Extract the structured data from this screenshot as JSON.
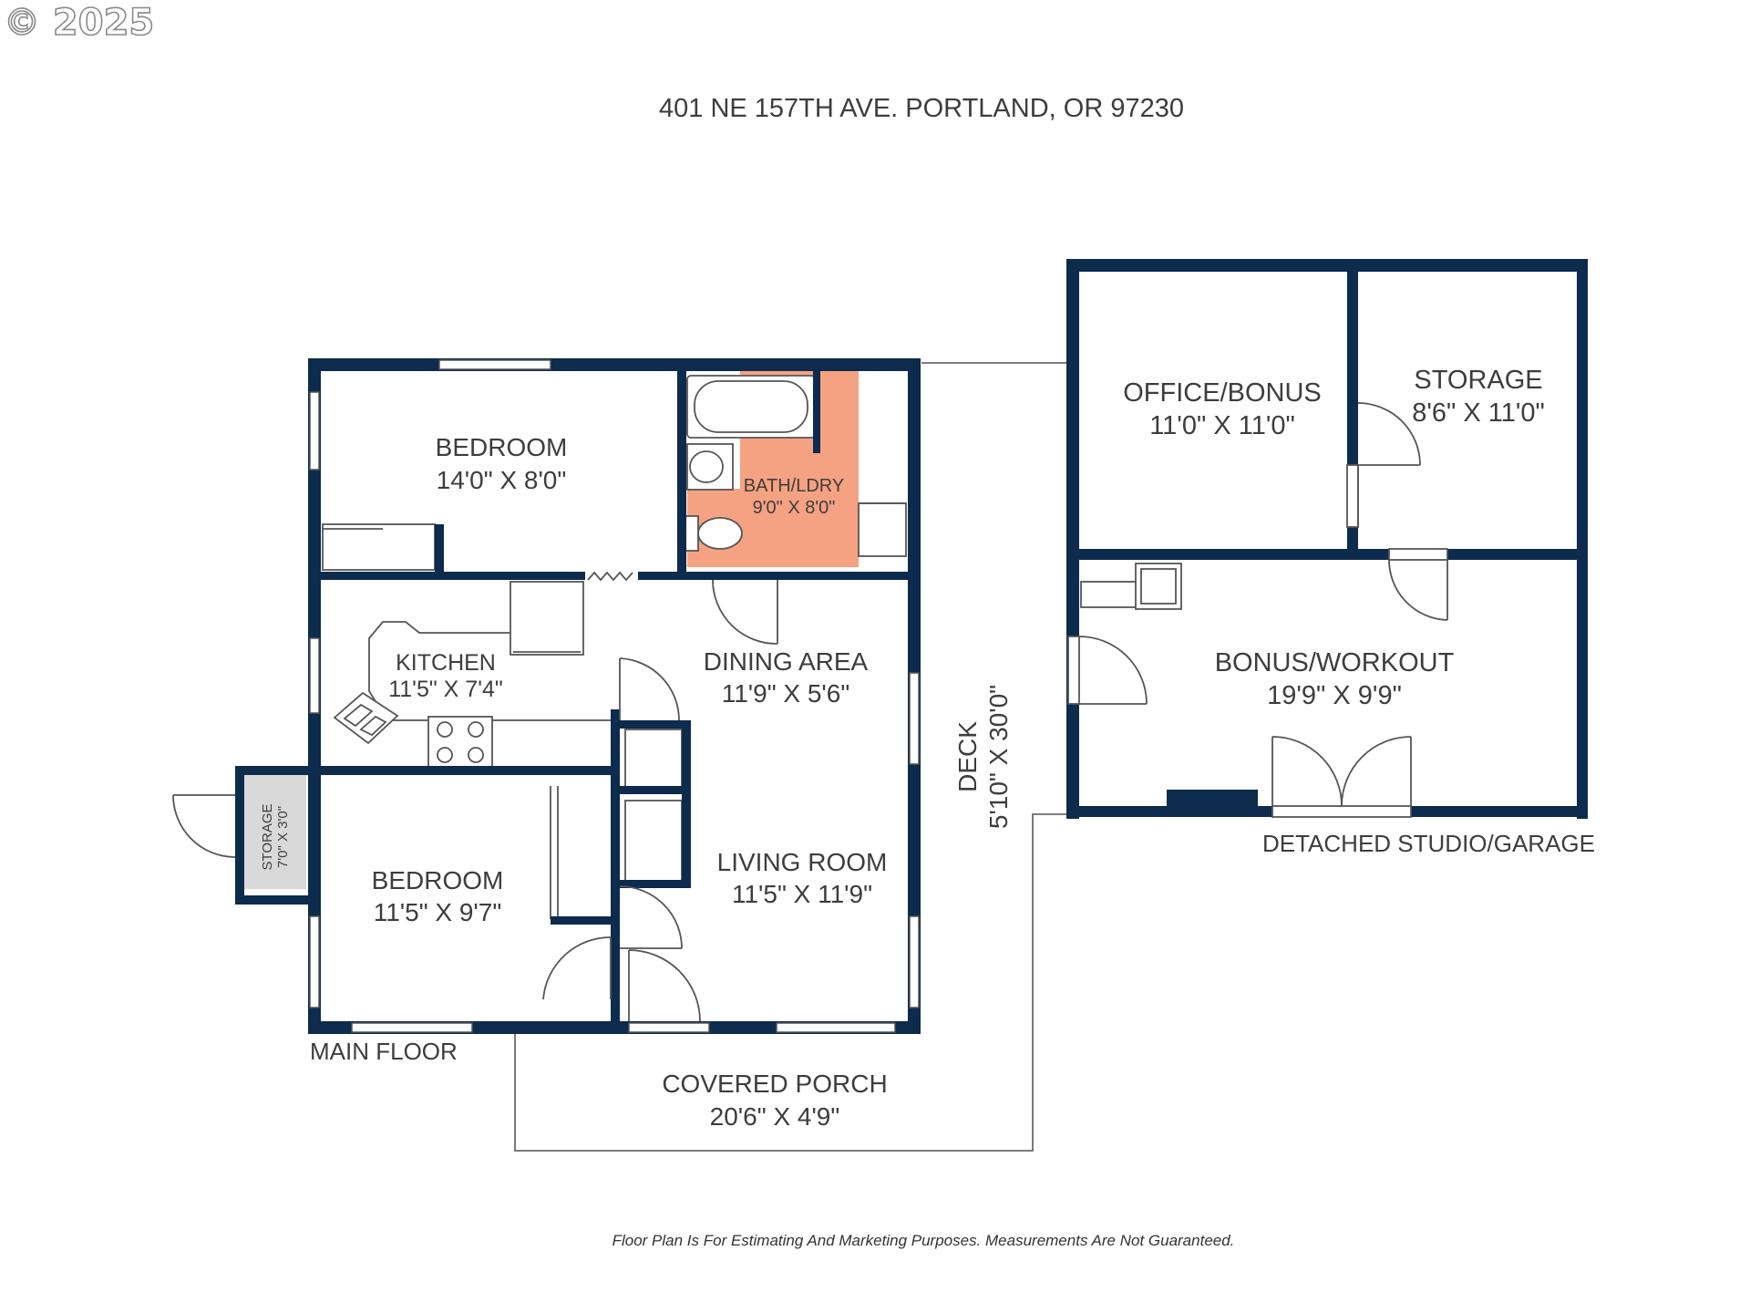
{
  "copyright": "© 2025",
  "address": "401 NE 157TH AVE. PORTLAND, OR 97230",
  "colors": {
    "wall": "#0c2b4d",
    "bath_fill": "#f5a282",
    "storage_fill": "#d9d9d9",
    "fixture_line": "#555555",
    "outline": "#6b6b6b"
  },
  "main_floor": {
    "label": "MAIN FLOOR",
    "rooms": {
      "bedroom_top": {
        "name": "BEDROOM",
        "dims": "14'0\" X 8'0\""
      },
      "bath": {
        "name": "BATH/LDRY",
        "dims": "9'0\" X 8'0\""
      },
      "kitchen": {
        "name": "KITCHEN",
        "dims": "11'5\" X 7'4\""
      },
      "dining": {
        "name": "DINING AREA",
        "dims": "11'9\" X 5'6\""
      },
      "living": {
        "name": "LIVING ROOM",
        "dims": "11'5\" X 11'9\""
      },
      "bedroom_bottom": {
        "name": "BEDROOM",
        "dims": "11'5\" X 9'7\""
      },
      "storage": {
        "name": "STORAGE",
        "dims": "7'0\" X 3'0\""
      }
    }
  },
  "porch": {
    "name": "COVERED PORCH",
    "dims": "20'6\" X 4'9\""
  },
  "deck": {
    "name": "DECK",
    "dims": "5'10\" X 30'0\""
  },
  "studio": {
    "label": "DETACHED STUDIO/GARAGE",
    "rooms": {
      "office": {
        "name": "OFFICE/BONUS",
        "dims": "11'0\" X 11'0\""
      },
      "storage": {
        "name": "STORAGE",
        "dims": "8'6\" X 11'0\""
      },
      "bonus": {
        "name": "BONUS/WORKOUT",
        "dims": "19'9\" X 9'9\""
      }
    }
  },
  "disclaimer": "Floor Plan Is For Estimating And Marketing Purposes. Measurements Are Not Guaranteed."
}
